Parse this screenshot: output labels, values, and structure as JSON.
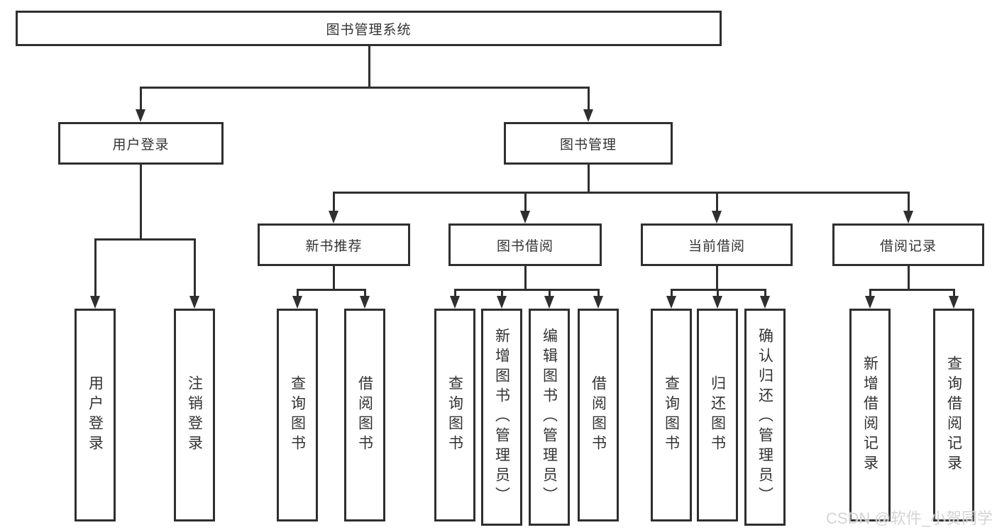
{
  "tree": {
    "root": "图书管理系统",
    "branches": [
      {
        "label": "用户登录",
        "children": [
          "用户登录",
          "注销登录"
        ]
      },
      {
        "label": "图书管理",
        "children": [
          {
            "label": "新书推荐",
            "children": [
              "查询图书",
              "借阅图书"
            ]
          },
          {
            "label": "图书借阅",
            "children": [
              "查询图书",
              "新增图书（管理员）",
              "编辑图书（管理员）",
              "借阅图书"
            ]
          },
          {
            "label": "当前借阅",
            "children": [
              "查询图书",
              "归还图书",
              "确认归还（管理员）"
            ]
          },
          {
            "label": "借阅记录",
            "children": [
              "新增借阅记录",
              "查询借阅记录"
            ]
          }
        ]
      }
    ]
  },
  "watermark": "CSDN @软件_小贺同学",
  "colors": {
    "line": "#2f2f2f",
    "text": "#333333",
    "background": "#ffffff",
    "watermark": "#d2d2d2"
  }
}
